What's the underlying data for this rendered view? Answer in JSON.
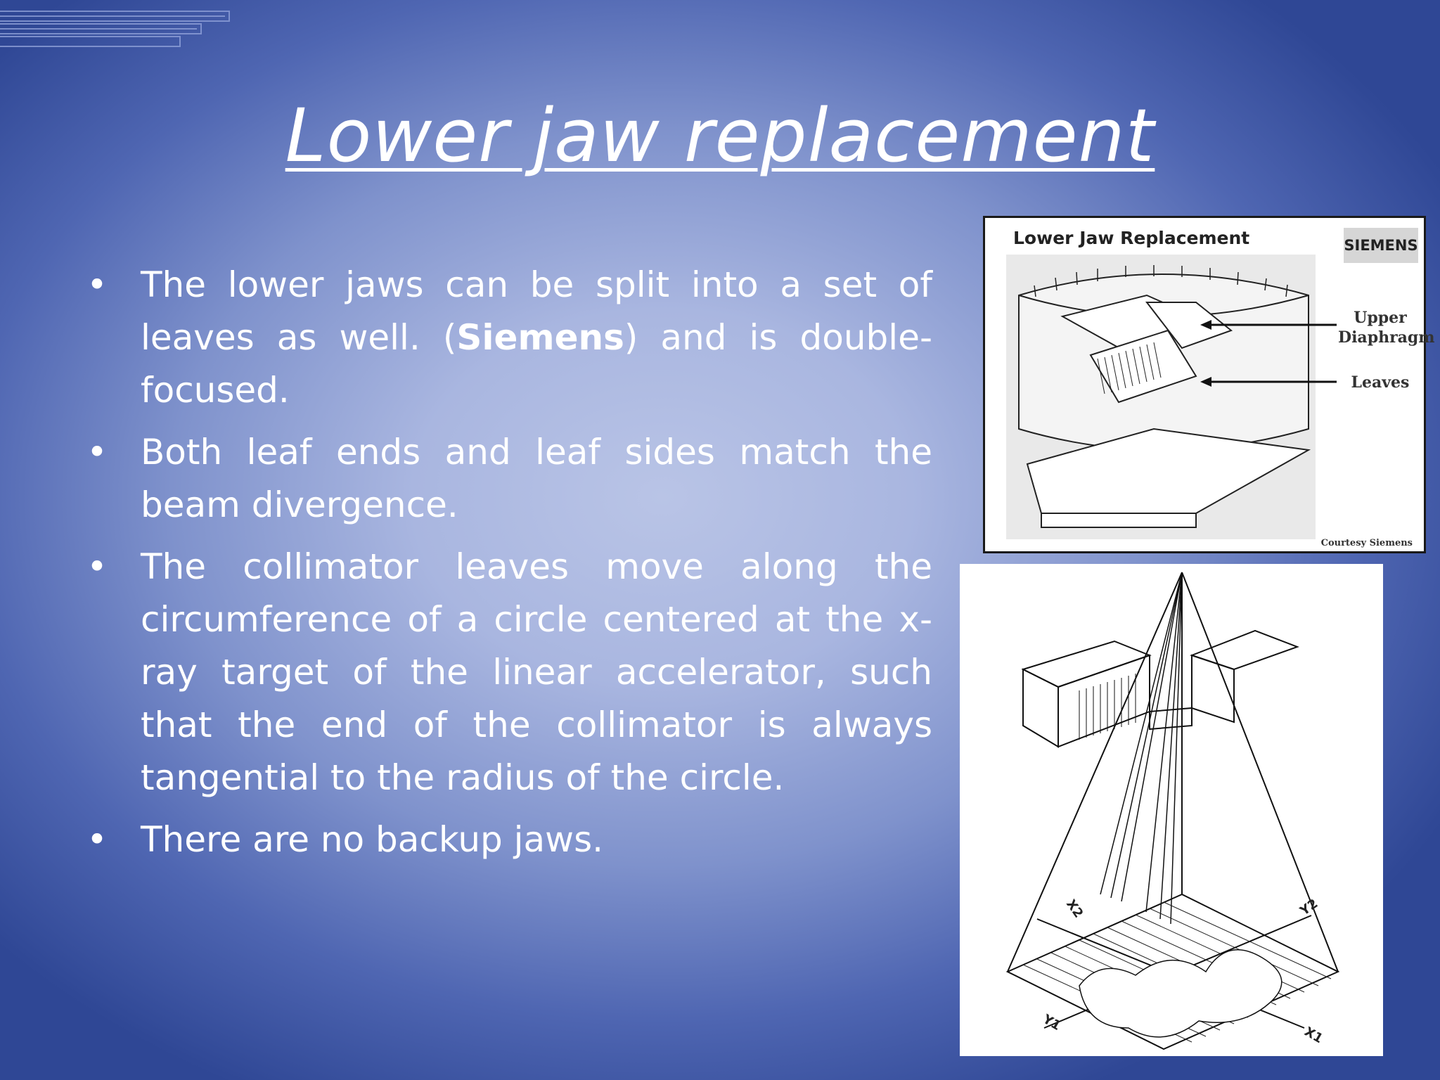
{
  "slide": {
    "title": "Lower jaw replacement",
    "bullets": [
      {
        "pre": "The lower jaws can be split into a set of leaves as well. (",
        "bold": "Siemens",
        "post": ") and is double-focused."
      },
      {
        "pre": "Both leaf ends and leaf sides match the beam divergence.",
        "bold": "",
        "post": ""
      },
      {
        "pre": "The collimator leaves move along the circumference of a circle centered at the x-ray target of the linear accelerator, such that the end of the collimator is always tangential to the radius of the circle.",
        "bold": "",
        "post": ""
      },
      {
        "pre": "There are no backup jaws.",
        "bold": "",
        "post": ""
      }
    ]
  },
  "figure_top": {
    "title": "Lower Jaw Replacement",
    "brand": "SIEMENS",
    "label_upper_line1": "Upper",
    "label_upper_line2": "Diaphragm",
    "label_leaves": "Leaves",
    "courtesy": "Courtesy Siemens"
  },
  "figure_bottom": {
    "axis_x1": "X1",
    "axis_x2": "X2",
    "axis_y1": "Y1",
    "axis_y2": "Y2"
  },
  "colors": {
    "bg_center": "#b9c4e6",
    "bg_edge": "#2f4795",
    "text": "#ffffff"
  }
}
